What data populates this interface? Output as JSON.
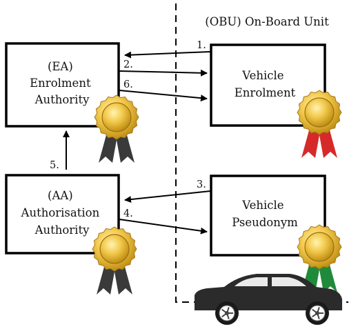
{
  "obu_region": {
    "label": "(OBU) On-Board Unit"
  },
  "nodes": {
    "ea": {
      "lines": [
        "(EA)",
        "Enrolment",
        "Authority"
      ]
    },
    "aa": {
      "lines": [
        "(AA)",
        "Authorisation",
        "Authority"
      ]
    },
    "vehicle_enrolment": {
      "lines": [
        "Vehicle",
        "Enrolment"
      ]
    },
    "vehicle_pseudonym": {
      "lines": [
        "Vehicle",
        "Pseudonym"
      ]
    }
  },
  "steps": {
    "s1": "1.",
    "s2": "2.",
    "s3": "3.",
    "s4": "4.",
    "s5": "5.",
    "s6": "6."
  },
  "colors": {
    "badge_gold": "#E9B52E",
    "ribbon_authority": "#3a3a3a",
    "ribbon_enrolment": "#D62A2A",
    "ribbon_pseudonym": "#1F8A3A",
    "car": "#2b2b2b"
  }
}
